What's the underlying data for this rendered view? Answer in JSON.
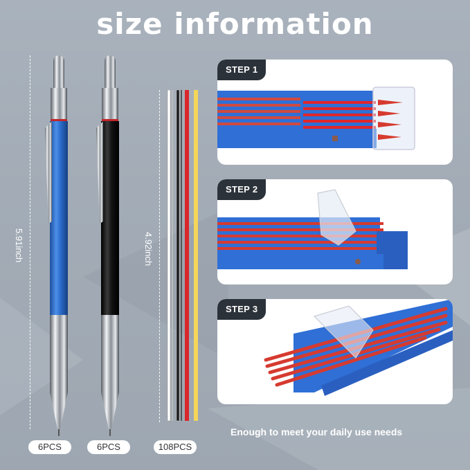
{
  "title": "size information",
  "dimensions": {
    "pencil_length": "5.91inch",
    "lead_length": "4.92inch"
  },
  "quantities": [
    {
      "item": "blue-mechanical-pencil",
      "label": "6PCS"
    },
    {
      "item": "black-mechanical-pencil",
      "label": "6PCS"
    },
    {
      "item": "leads",
      "label": "108PCS"
    }
  ],
  "lead_colors": [
    "#ffffff",
    "#1a1a1a",
    "#d9262b",
    "#f4d65a"
  ],
  "steps": [
    {
      "label": "STEP 1"
    },
    {
      "label": "STEP 2"
    },
    {
      "label": "STEP 3"
    }
  ],
  "footer_text": "Enough to meet your daily use needs",
  "colors": {
    "background": "#a3acb6",
    "step_badge": "#2c323a",
    "case_blue": "#2f6fd6",
    "lead_red": "#d63a2f",
    "pencil_blue": "#2a6bc9",
    "pencil_black": "#151515"
  }
}
